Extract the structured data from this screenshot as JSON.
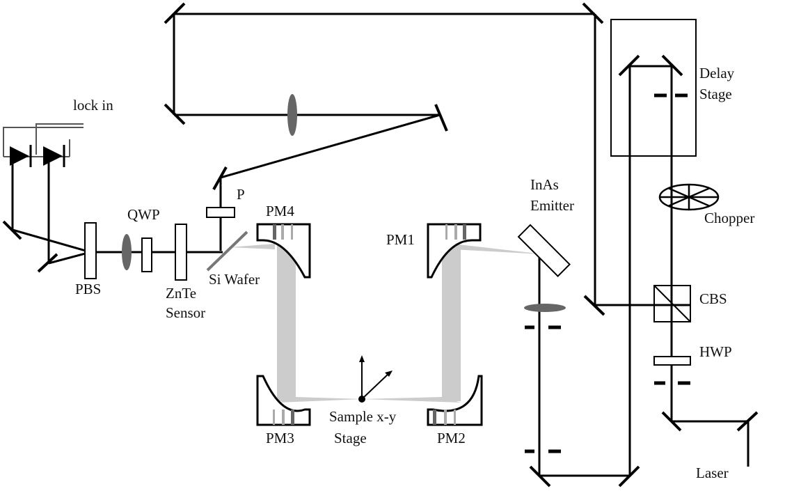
{
  "labels": {
    "lock_in": "lock in",
    "qwp": "QWP",
    "pbs": "PBS",
    "znte_line1": "ZnTe",
    "znte_line2": "Sensor",
    "polarizer": "P",
    "si_wafer": "Si Wafer",
    "pm1": "PM1",
    "pm2": "PM2",
    "pm3": "PM3",
    "pm4": "PM4",
    "sample_line1": "Sample x-y",
    "sample_line2": "Stage",
    "inas_line1": "InAs",
    "inas_line2": "Emitter",
    "delay_line1": "Delay",
    "delay_line2": "Stage",
    "chopper": "Chopper",
    "cbs": "CBS",
    "hwp": "HWP",
    "laser": "Laser"
  },
  "colors": {
    "beam": "#000000",
    "thz_beam": "#cccccc",
    "lens": "#666666",
    "wafer": "#777777",
    "mirror_stripe_dark": "#666666",
    "mirror_stripe_light": "#aaaaaa"
  }
}
